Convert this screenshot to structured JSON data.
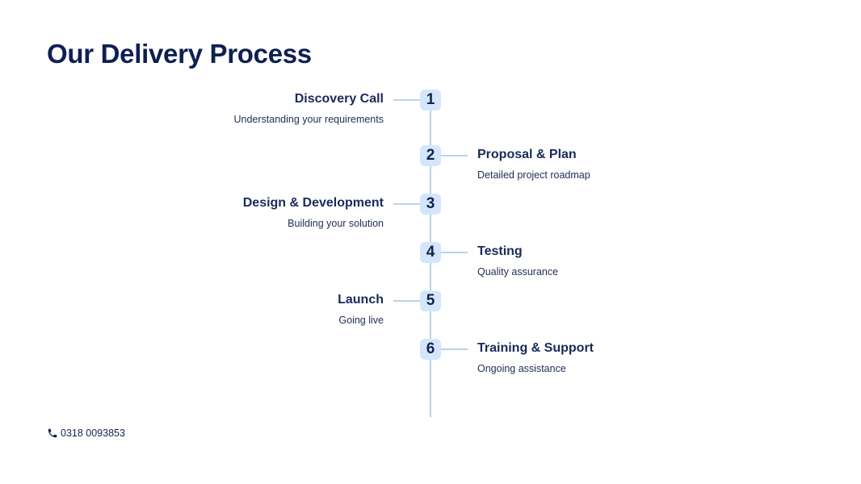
{
  "header": {
    "title": "Our Delivery Process"
  },
  "colors": {
    "title": "#0f1f52",
    "badge_bg": "#d4e6fb",
    "line": "#b9d2ea",
    "text": "#14224f"
  },
  "steps": [
    {
      "number": "1",
      "title": "Discovery Call",
      "description": "Understanding your requirements",
      "side": "left"
    },
    {
      "number": "2",
      "title": "Proposal & Plan",
      "description": "Detailed project roadmap",
      "side": "right"
    },
    {
      "number": "3",
      "title": "Design & Development",
      "description": "Building your solution",
      "side": "left"
    },
    {
      "number": "4",
      "title": "Testing",
      "description": "Quality assurance",
      "side": "right"
    },
    {
      "number": "5",
      "title": "Launch",
      "description": "Going live",
      "side": "left"
    },
    {
      "number": "6",
      "title": "Training & Support",
      "description": "Ongoing assistance",
      "side": "right"
    }
  ],
  "footer": {
    "phone_icon": "phone-icon",
    "phone": "0318 0093853"
  }
}
